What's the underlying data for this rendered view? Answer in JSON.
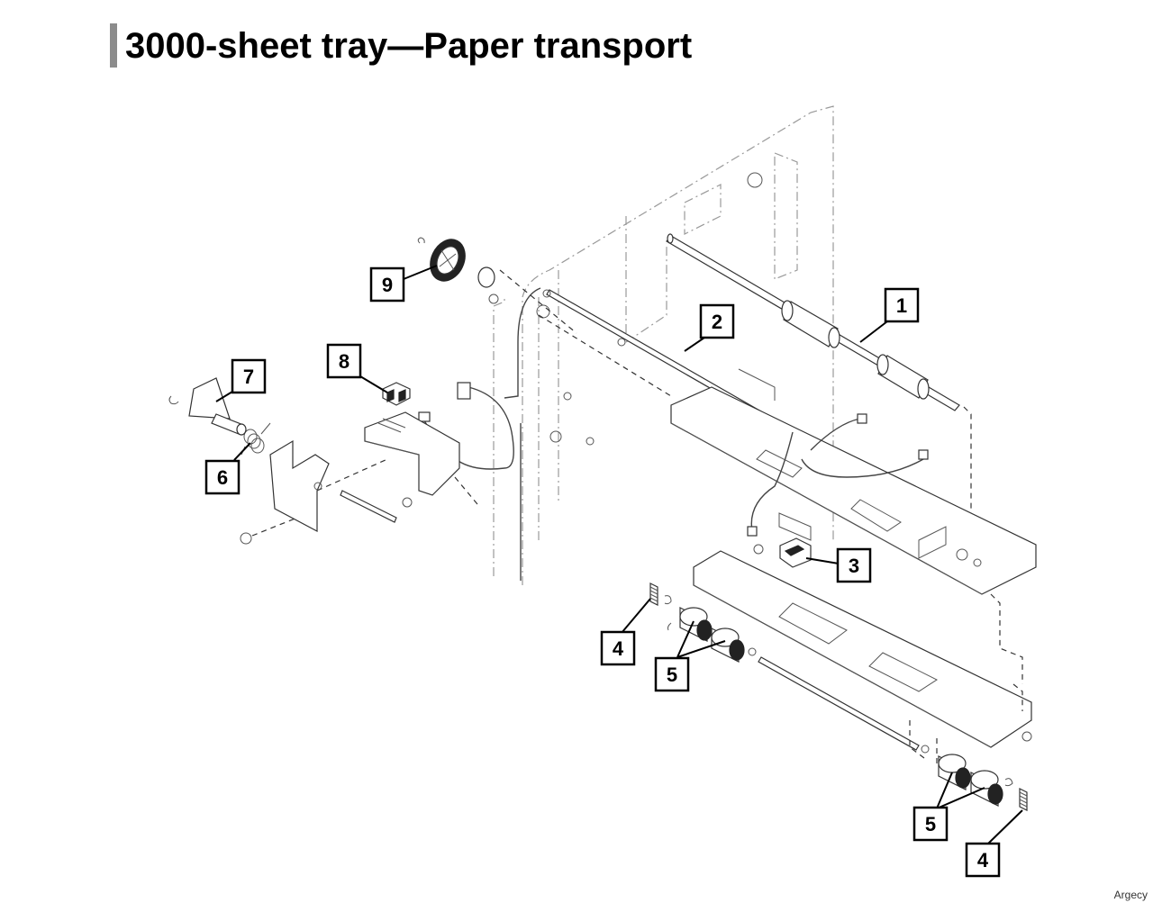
{
  "page": {
    "title": "3000-sheet tray—Paper transport",
    "footer": "Argecy"
  },
  "callouts": [
    "1",
    "2",
    "3",
    "4",
    "5",
    "6",
    "7",
    "8",
    "9",
    "5",
    "4"
  ],
  "colors": {
    "title_bar": "#8c8c8c",
    "line_art": "#333333",
    "frame": "#999999"
  }
}
